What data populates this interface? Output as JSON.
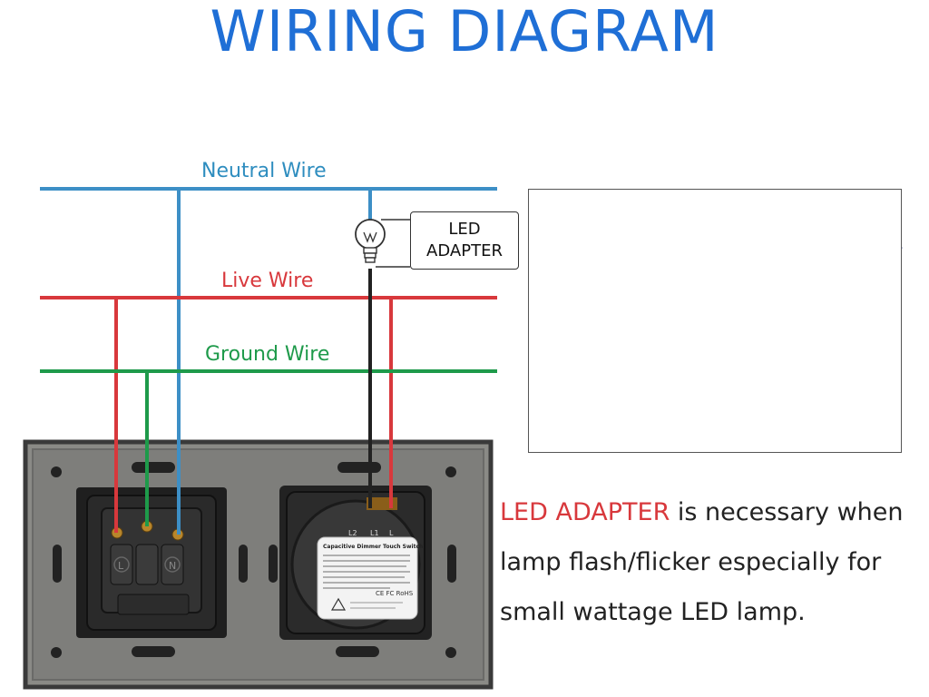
{
  "title": "WIRING DIAGRAM",
  "wires": {
    "neutral": "Neutral Wire",
    "live": "Live Wire",
    "ground": "Ground Wire"
  },
  "adapter": {
    "line1": "LED",
    "line2": "ADAPTER"
  },
  "switch": {
    "terminals": [
      "L2",
      "L1",
      "L"
    ],
    "label_title": "Capacitive Dimmer Touch Switch",
    "marks": "CE FC RoHS"
  },
  "socket": {
    "terminals": [
      "L",
      "N"
    ]
  },
  "note": {
    "highlight": "LED ADAPTER",
    "line1_rest": " is necessary when",
    "line2": "lamp flash/flicker especially for",
    "line3": "small wattage LED lamp."
  },
  "colors": {
    "neutral": "#3d8fc6",
    "live": "#d8383c",
    "ground": "#1e9a4a",
    "load": "#222222",
    "title": "#1f6fd6"
  }
}
